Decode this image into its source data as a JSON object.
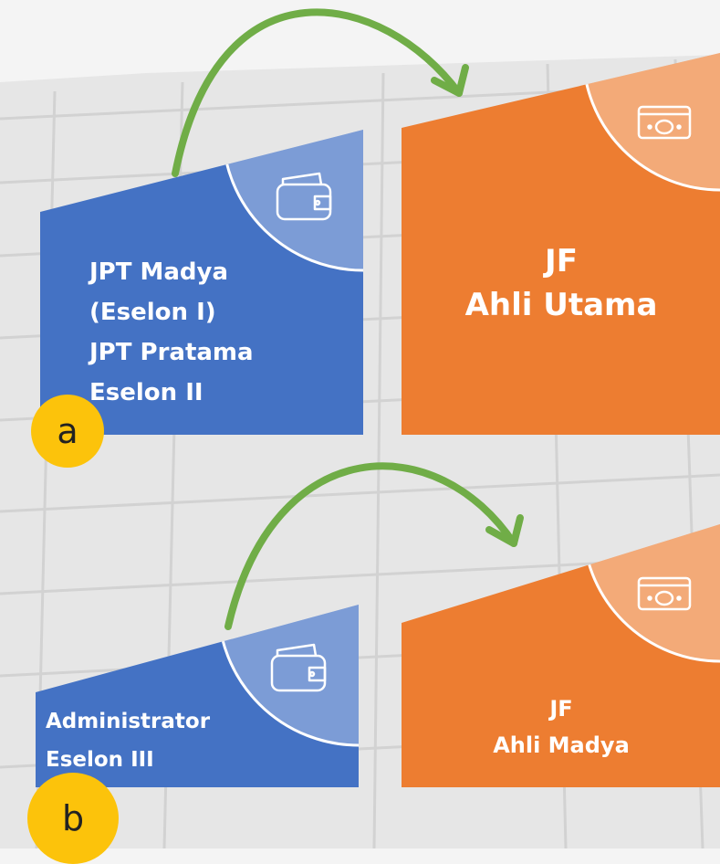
{
  "boxes": {
    "a": {
      "lines": [
        "JPT Madya",
        "(Eselon I)",
        "JPT Pratama",
        "Eselon II"
      ],
      "color": "#4472c4",
      "icon": "wallet-icon"
    },
    "c": {
      "lines": [
        "JF",
        "Ahli Utama"
      ],
      "color": "#ed7d31",
      "icon": "money-icon"
    },
    "b": {
      "lines": [
        "Administrator",
        "Eselon III"
      ],
      "color": "#4472c4",
      "icon": "wallet-icon"
    },
    "d": {
      "lines": [
        "JF",
        "Ahli Madya"
      ],
      "color": "#ed7d31",
      "icon": "money-icon"
    }
  },
  "badges": {
    "a": "a",
    "b": "b"
  },
  "colors": {
    "arrow": "#70ad47",
    "badge": "#fcc30b",
    "background": "#f4f4f4"
  }
}
